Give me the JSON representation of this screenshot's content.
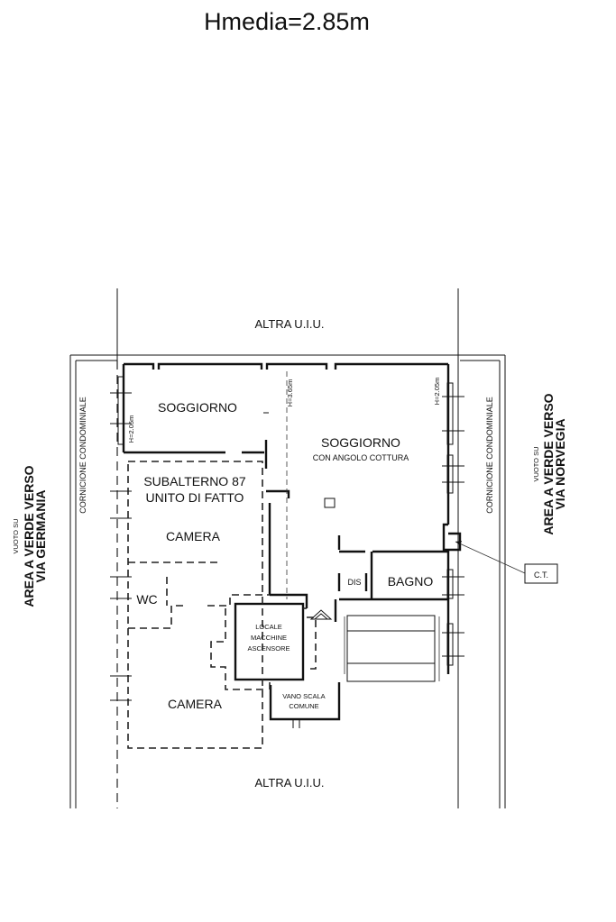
{
  "title": "Hmedia=2.85m",
  "labels": {
    "top_neighbor": "ALTRA U.I.U.",
    "bottom_neighbor": "ALTRA U.I.U.",
    "cornice_left": "CORNICIONE CONDOMINIALE",
    "cornice_right": "CORNICIONE CONDOMINIALE",
    "left_void": "VUOTO SU",
    "left_area_1": "AREA A VERDE VERSO",
    "left_area_2": "VIA GERMANIA",
    "right_void": "VUOTO SU",
    "right_area_1": "AREA A VERDE VERSO",
    "right_area_2": "VIA NORVEGIA"
  },
  "rooms": {
    "soggiorno_left": "SOGGIORNO",
    "soggiorno_main": "SOGGIORNO",
    "soggiorno_main_sub": "CON ANGOLO COTTURA",
    "subalterno_1": "SUBALTERNO 87",
    "subalterno_2": "UNITO DI FATTO",
    "camera_upper": "CAMERA",
    "wc": "WC",
    "dis": "DIS",
    "bagno": "BAGNO",
    "camera_lower": "CAMERA",
    "locale_1": "LOCALE",
    "locale_2": "MACCHINE",
    "locale_3": "ASCENSORE",
    "vano_1": "VANO SCALA",
    "vano_2": "COMUNE"
  },
  "heights": {
    "h_left": "H=2.05m",
    "h_center": "H=3.65m",
    "h_right": "H=2.05m"
  },
  "callout": "C.T."
}
